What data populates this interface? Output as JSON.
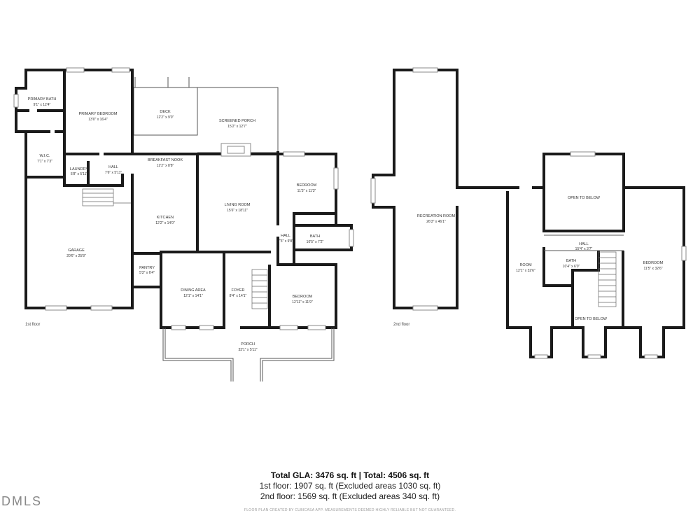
{
  "floor1": {
    "name": "1st floor",
    "rooms": {
      "primary_bath": {
        "name": "PRIMARY BATH",
        "dim": "9'1\" x 12'4\""
      },
      "primary_bedroom": {
        "name": "PRIMARY BEDROOM",
        "dim": "13'0\" x 16'4\""
      },
      "deck": {
        "name": "DECK",
        "dim": "12'2\" x 9'0\""
      },
      "screened_porch": {
        "name": "SCREENED PORCH",
        "dim": "15'2\" x 12'7\""
      },
      "wic": {
        "name": "W.I.C.",
        "dim": "7'1\" x 7'3\""
      },
      "laundry": {
        "name": "LAUNDRY",
        "dim": "5'8\" x 5'11\""
      },
      "hall_a": {
        "name": "HALL",
        "dim": "7'6\" x 5'11\""
      },
      "breakfast_nook": {
        "name": "BREAKFAST NOOK",
        "dim": "12'2\" x 8'8\""
      },
      "bedroom_a": {
        "name": "BEDROOM",
        "dim": "11'3\" x 11'3\""
      },
      "living_room": {
        "name": "LIVING ROOM",
        "dim": "15'6\" x 18'11\""
      },
      "kitchen": {
        "name": "KITCHEN",
        "dim": "12'2\" x 14'0\""
      },
      "garage": {
        "name": "GARAGE",
        "dim": "20'6\" x 25'8\""
      },
      "hall_b": {
        "name": "HALL",
        "dim": "7'3\" x 9'8\""
      },
      "bath_a": {
        "name": "BATH",
        "dim": "10'5\" x 7'2\""
      },
      "pantry": {
        "name": "PANTRY",
        "dim": "5'3\" x 6'4\""
      },
      "dining_area": {
        "name": "DINING AREA",
        "dim": "12'1\" x 14'1\""
      },
      "foyer": {
        "name": "FOYER",
        "dim": "8'4\" x 14'1\""
      },
      "bedroom_b": {
        "name": "BEDROOM",
        "dim": "12'11\" x 11'9\""
      },
      "porch": {
        "name": "PORCH",
        "dim": "33'1\" x 5'11\""
      }
    }
  },
  "floor2": {
    "name": "2nd floor",
    "rooms": {
      "recreation_room": {
        "name": "RECREATION ROOM",
        "dim": "26'3\" x 46'1\""
      },
      "open_below_a": {
        "name": "OPEN TO BELOW"
      },
      "hall": {
        "name": "HALL",
        "dim": "15'4\" x 3'7\""
      },
      "room": {
        "name": "ROOM",
        "dim": "12'1\" x 32'6\""
      },
      "bath": {
        "name": "BATH",
        "dim": "10'4\" x 6'0\""
      },
      "bedroom": {
        "name": "BEDROOM",
        "dim": "11'5\" x 32'6\""
      },
      "open_below_b": {
        "name": "OPEN TO BELOW"
      }
    }
  },
  "totals": {
    "line1": "Total GLA: 3476 sq. ft | Total: 4506 sq. ft",
    "line2": "1st floor: 1907 sq. ft (Excluded areas 1030 sq. ft)",
    "line3": "2nd floor: 1569 sq. ft (Excluded areas 340 sq. ft)"
  },
  "footer": "FLOOR PLAN CREATED BY CUBICASA APP. MEASUREMENTS DEEMED HIGHLY RELIABLE BUT NOT GUARANTEED.",
  "logo": "DMLS"
}
